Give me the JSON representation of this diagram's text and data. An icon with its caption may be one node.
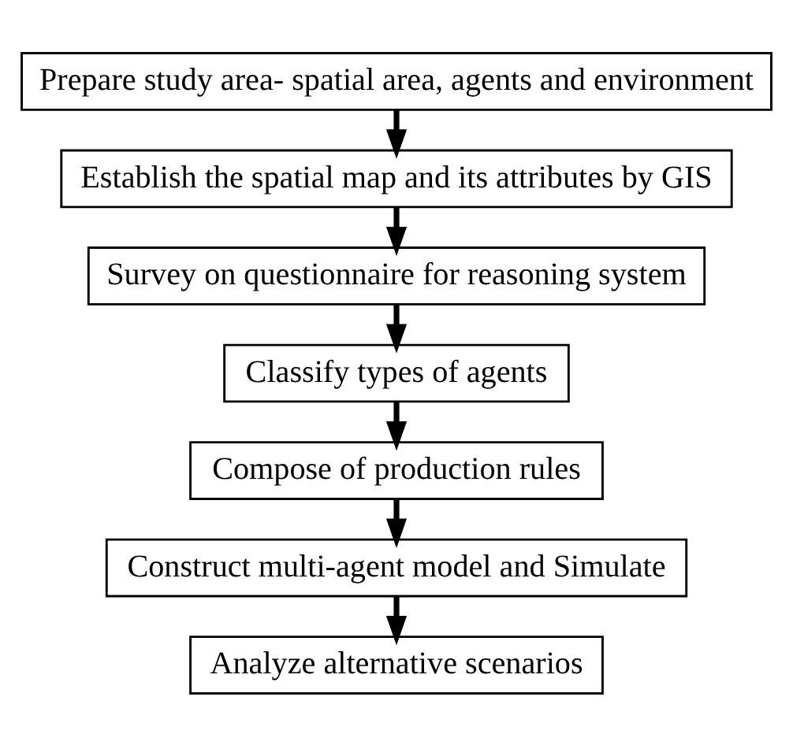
{
  "diagram": {
    "nodes": [
      {
        "text": [
          "Prepare study area- spatial area, agents and environment"
        ]
      },
      {
        "text": [
          "Establish the spatial map and its attributes by GIS"
        ]
      },
      {
        "text": [
          "Survey on questionnaire for reasoning system"
        ]
      },
      {
        "text": [
          "Classify types of agents"
        ]
      },
      {
        "text": [
          "Compose of production rules"
        ]
      },
      {
        "text": [
          "Construct multi-agent model and Simulate"
        ]
      },
      {
        "text": [
          "Analyze alternative scenarios"
        ]
      }
    ],
    "edges": [
      {
        "from": 0,
        "to": 1,
        "arrow": "to"
      },
      {
        "from": 1,
        "to": 2,
        "arrow": "to"
      },
      {
        "from": 2,
        "to": 3,
        "arrow": "to"
      },
      {
        "from": 3,
        "to": 4,
        "arrow": "to"
      },
      {
        "from": 4,
        "to": 5,
        "arrow": "to"
      },
      {
        "from": 5,
        "to": 6,
        "arrow": "to"
      }
    ]
  }
}
